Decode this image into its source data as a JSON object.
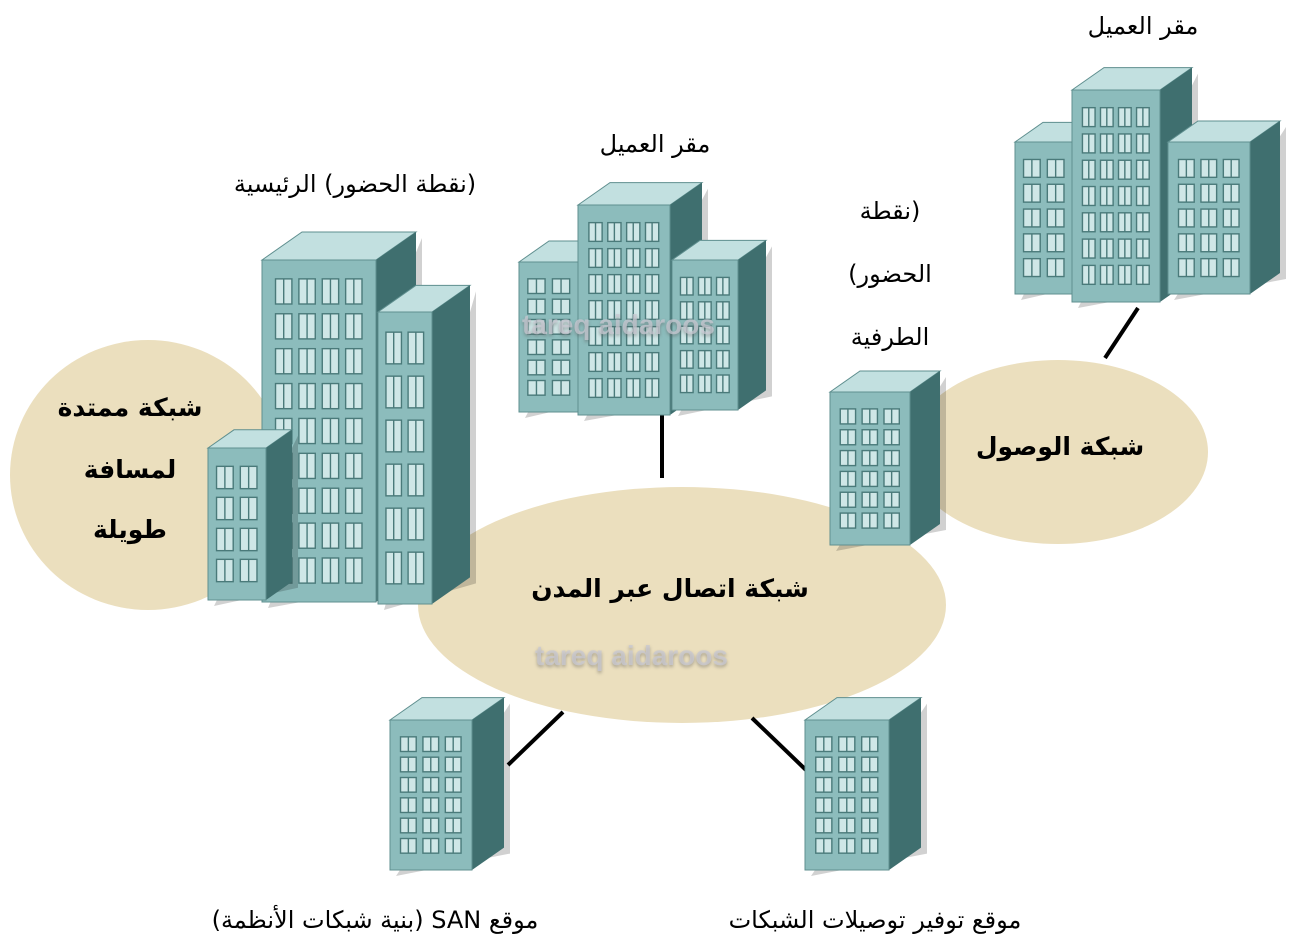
{
  "labels": {
    "client_site_top": "مقر العميل",
    "client_site_mid": "مقر العميل",
    "main_pop": "(نقطة الحضور) الرئيسية",
    "edge_pop_1": "(نقطة",
    "edge_pop_2": "الحضور)",
    "edge_pop_3": "الطرفية",
    "wan_1": "شبكة ممتدة",
    "wan_2": "لمسافة",
    "wan_3": "طويلة",
    "access_network": "شبكة الوصول",
    "man": "شبكة اتصال عبر المدن",
    "san_site": "موقع SAN (بنية شبكات الأنظمة)",
    "provisioning_site": "موقع توفير توصيلات الشبكات"
  },
  "watermarks": {
    "upper": "tareq aidaroos",
    "lower": "tareq aidaroos"
  },
  "colors": {
    "cloud": "#ebdfbe",
    "building_front": "#8cbcbc",
    "building_side": "#3f6f6f",
    "building_top": "#c2e0e0",
    "window": "#cfe7e7",
    "link": "#000000"
  }
}
